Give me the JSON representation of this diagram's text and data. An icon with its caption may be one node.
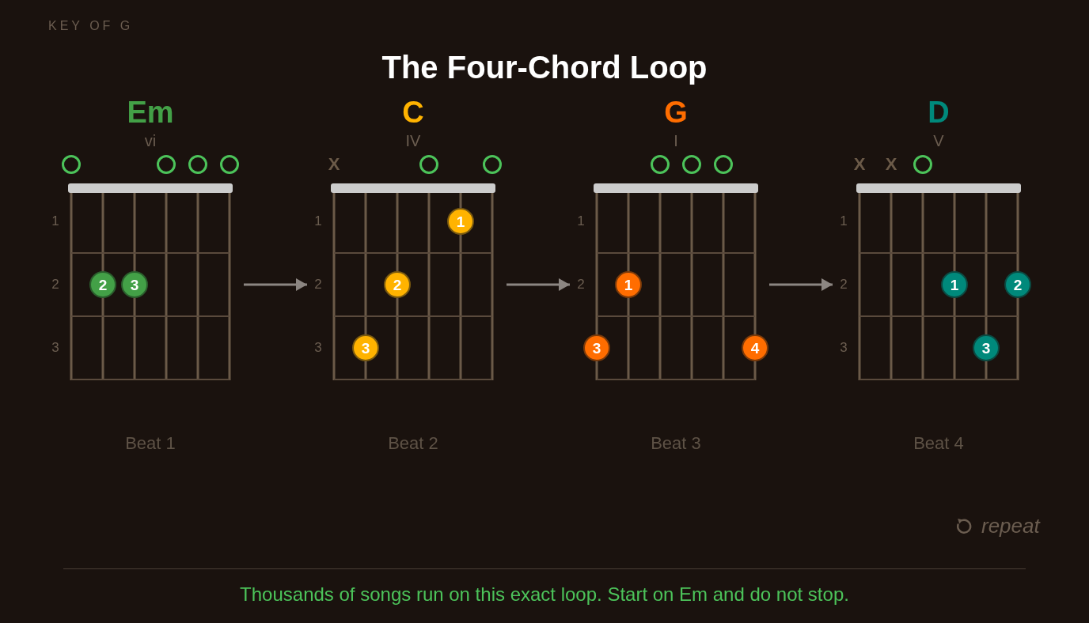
{
  "diagram": {
    "title": "The Four-Chord Loop",
    "caption": "Thousands of songs run on this exact loop. Start on Em and do not stop.",
    "nodes": [
      {
        "text": [
          "Em",
          "vi"
        ],
        "beside": [
          "Beat 1"
        ]
      },
      {
        "text": [],
        "shape": "circle",
        "in": 0
      },
      {
        "text": [],
        "shape": "circle",
        "in": 0
      },
      {
        "text": [],
        "shape": "circle",
        "in": 0
      },
      {
        "text": [],
        "shape": "circle",
        "in": 0
      },
      {
        "text": [
          "2"
        ],
        "in": 0
      },
      {
        "text": [
          "3"
        ],
        "in": 0
      },
      {
        "text": [
          "C",
          "IV"
        ],
        "beside": [
          "Beat 2"
        ]
      },
      {
        "text": [],
        "shape": "circle",
        "in": 7
      },
      {
        "text": [],
        "shape": "circle",
        "in": 7
      },
      {
        "text": [
          "1"
        ],
        "in": 7
      },
      {
        "text": [
          "2"
        ],
        "in": 7
      },
      {
        "text": [
          "3"
        ],
        "in": 7
      },
      {
        "text": [
          "G",
          "I"
        ],
        "beside": [
          "Beat 3"
        ]
      },
      {
        "text": [],
        "shape": "circle",
        "in": 13
      },
      {
        "text": [],
        "shape": "circle",
        "in": 13
      },
      {
        "text": [],
        "shape": "circle",
        "in": 13
      },
      {
        "text": [
          "1"
        ],
        "in": 13
      },
      {
        "text": [
          "3"
        ],
        "in": 13
      },
      {
        "text": [
          "4"
        ],
        "in": 13
      },
      {
        "text": [
          "D",
          "V"
        ],
        "beside": [
          "Beat 4"
        ]
      },
      {
        "text": [],
        "shape": "circle",
        "in": 20
      },
      {
        "text": [
          "1"
        ],
        "in": 20
      },
      {
        "text": [
          "2"
        ],
        "in": 20
      },
      {
        "text": [
          "3"
        ],
        "in": 20
      }
    ],
    "edges": [
      {
        "from": 0,
        "to": 7,
        "arrow": "to"
      },
      {
        "from": 7,
        "to": 13,
        "arrow": "to"
      },
      {
        "from": 13,
        "to": 20,
        "arrow": "to"
      }
    ],
    "labels": [
      "KEY OF G",
      "X",
      "X",
      "X",
      "1",
      "1",
      "1",
      "1",
      "2",
      "2",
      "2",
      "2",
      "3",
      "3",
      "3",
      "repeat"
    ]
  }
}
